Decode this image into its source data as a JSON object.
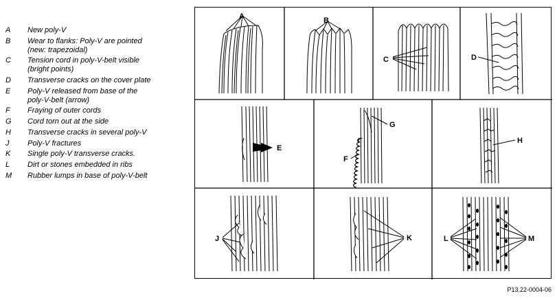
{
  "legend": [
    {
      "key": "A",
      "text": "New poly-V"
    },
    {
      "key": "B",
      "text": "Wear to flanks: Poly-V are pointed\n(new: trapezoidal)"
    },
    {
      "key": "C",
      "text": "Tension cord in poly-V-belt visible\n(bright points)"
    },
    {
      "key": "D",
      "text": "Transverse cracks on the cover plate"
    },
    {
      "key": "E",
      "text": "Poly-V released from base of the\npoly-V-belt (arrow)"
    },
    {
      "key": "F",
      "text": "Fraying of outer cords"
    },
    {
      "key": "G",
      "text": "Cord torn out at the side"
    },
    {
      "key": "H",
      "text": "Transverse cracks in several poly-V"
    },
    {
      "key": "J",
      "text": "Poly-V fractures"
    },
    {
      "key": "K",
      "text": "Single poly-V transverse cracks."
    },
    {
      "key": "L",
      "text": "Dirt or stones embedded in ribs"
    },
    {
      "key": "M",
      "text": "Rubber lumps in base of poly-V-belt"
    }
  ],
  "figure": {
    "labels": {
      "a": "A",
      "b": "B",
      "c": "C",
      "d": "D",
      "e": "E",
      "f": "F",
      "g": "G",
      "h": "H",
      "j": "J",
      "k": "K",
      "l": "L",
      "m": "M"
    }
  },
  "reference": "P13.22-0004-06"
}
